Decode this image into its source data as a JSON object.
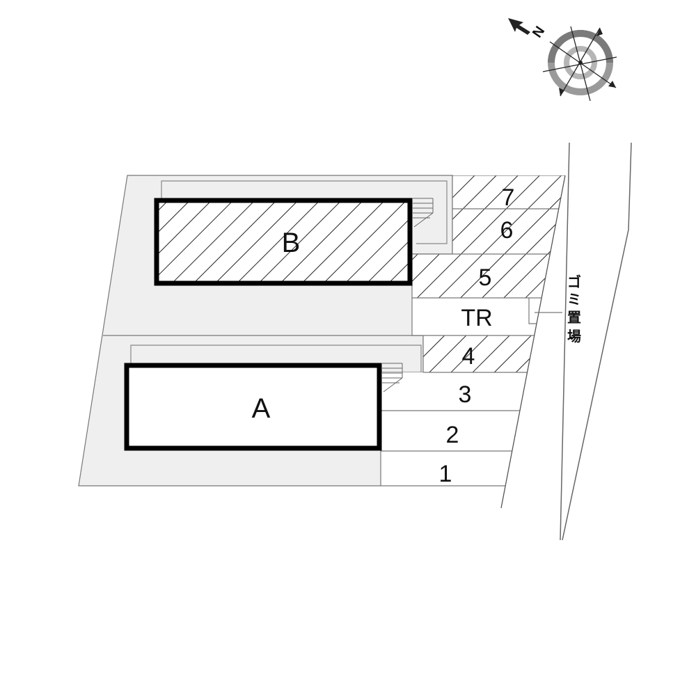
{
  "compass": {
    "north_label": "N",
    "icon": "compass-rose-icon"
  },
  "buildings": [
    {
      "id": "B",
      "label": "B",
      "hatched": true
    },
    {
      "id": "A",
      "label": "A",
      "hatched": false
    }
  ],
  "parking": [
    {
      "label": "7",
      "hatched": true
    },
    {
      "label": "6",
      "hatched": true
    },
    {
      "label": "5",
      "hatched": true
    },
    {
      "label": "TR",
      "hatched": false
    },
    {
      "label": "4",
      "hatched": true
    },
    {
      "label": "3",
      "hatched": false
    },
    {
      "label": "2",
      "hatched": false
    },
    {
      "label": "1",
      "hatched": false
    }
  ],
  "garbage_area": {
    "label": "ゴミ置場",
    "chars": [
      "ゴ",
      "ミ",
      "置",
      "場"
    ]
  },
  "colors": {
    "lot_fill": "#efefef",
    "line": "#666666",
    "building_outline": "#000000",
    "hatch": "#222222"
  }
}
